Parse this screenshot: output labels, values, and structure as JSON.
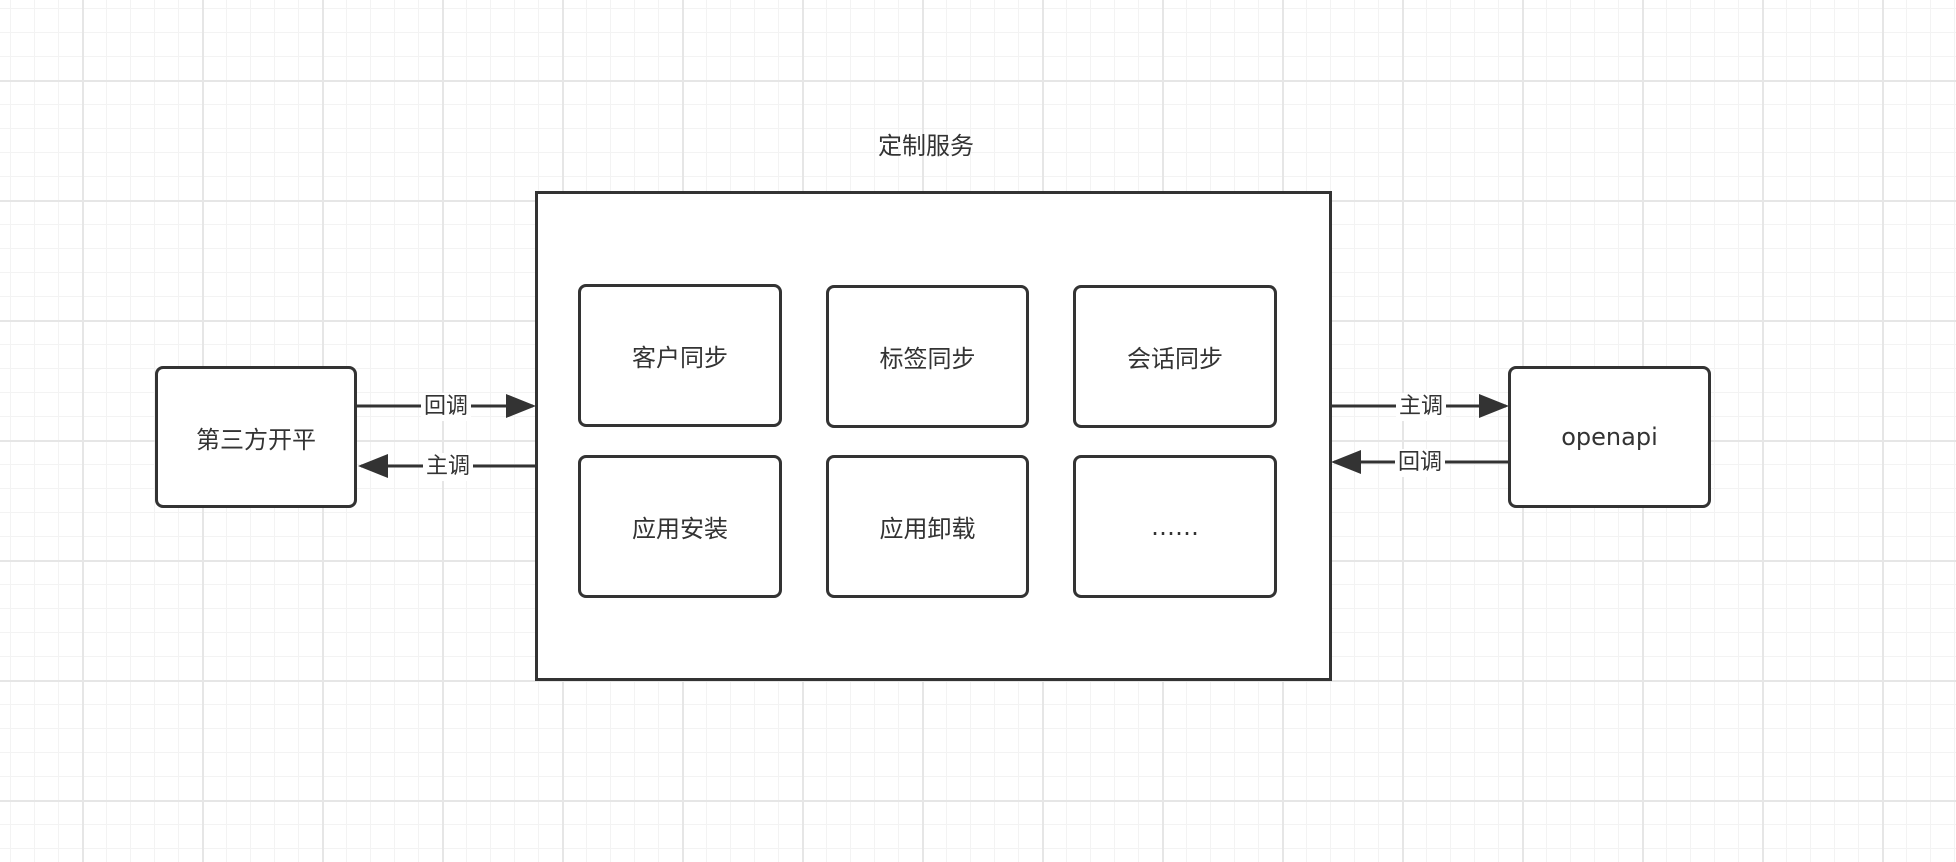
{
  "container": {
    "title": "定制服务"
  },
  "nodes": {
    "left": "第三方开平",
    "right": "openapi",
    "services": [
      "客户同步",
      "标签同步",
      "会话同步",
      "应用安装",
      "应用卸载",
      "……"
    ]
  },
  "edges": {
    "left_top": "回调",
    "left_bottom": "主调",
    "right_top": "主调",
    "right_bottom": "回调"
  },
  "colors": {
    "stroke": "#333333",
    "grid_major": "#e6e6e6",
    "grid_minor": "#f3f3f3",
    "background": "#ffffff"
  }
}
